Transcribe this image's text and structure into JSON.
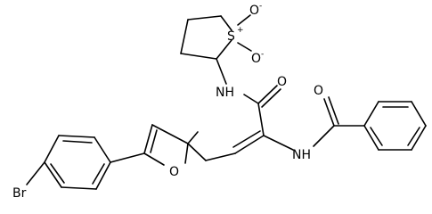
{
  "molecule": {
    "atoms": {
      "nh_upper": "NH",
      "o_carbonyl": "O",
      "s": "S",
      "o_s_top": "O",
      "o_s_top_charge": "-",
      "o_s_bottom": "O",
      "o_s_bottom_charge": "-",
      "s_charge": "+",
      "nh_lower": "NH",
      "o_benzoyl": "O",
      "o_furan": "O",
      "br": "Br"
    }
  }
}
